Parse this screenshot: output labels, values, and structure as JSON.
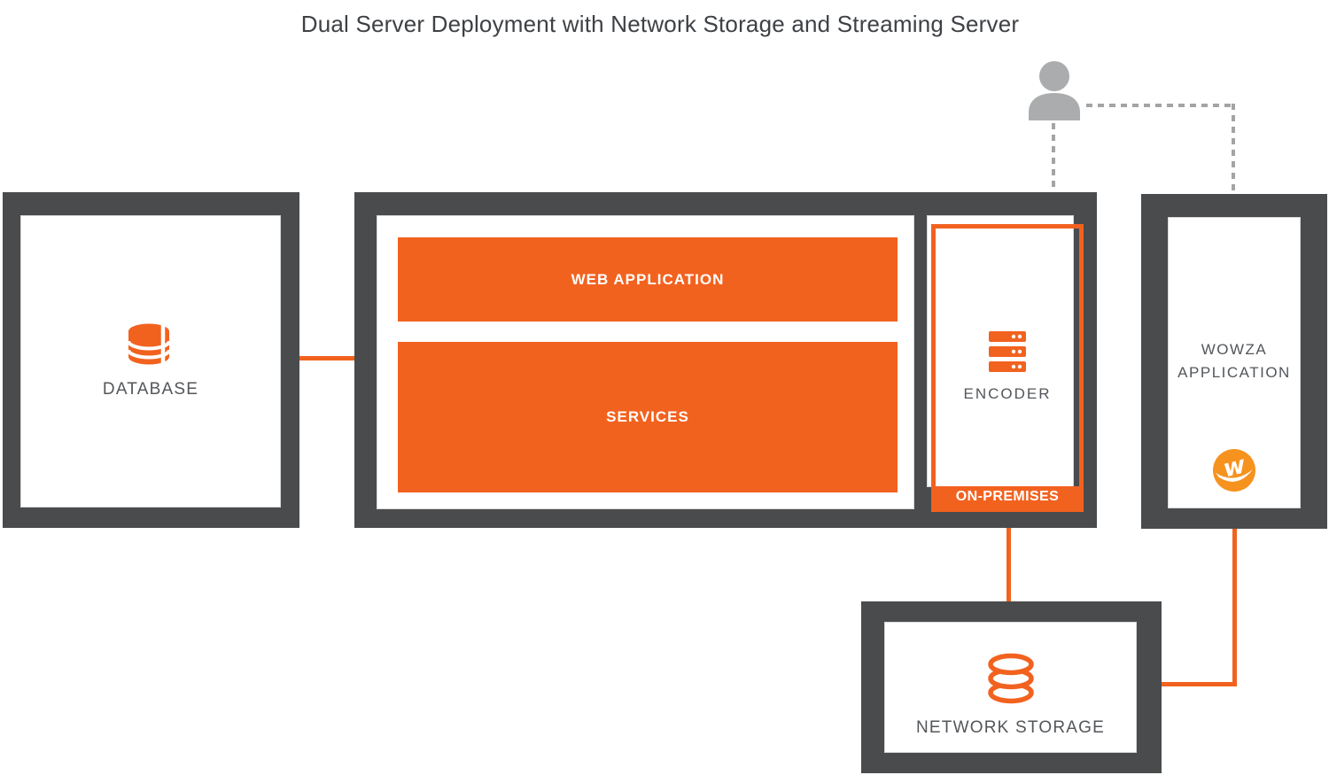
{
  "title": "Dual Server Deployment with Network Storage and Streaming Server",
  "boxes": {
    "database": {
      "label": "DATABASE",
      "icon": "database-icon"
    },
    "application_server": {
      "web_application_label": "WEB APPLICATION",
      "services_label": "SERVICES",
      "encoder": {
        "label": "ENCODER",
        "icon": "server-rack-icon",
        "badge": "ON-PREMISES"
      }
    },
    "wowza_application": {
      "label_line1": "WOWZA",
      "label_line2": "APPLICATION",
      "icon": "wowza-logo-icon",
      "logo_letter": "w"
    },
    "network_storage": {
      "label": "NETWORK STORAGE",
      "icon": "storage-disks-icon"
    }
  },
  "actors": {
    "user": {
      "icon": "person-icon"
    }
  },
  "colors": {
    "accent_orange": "#f2621f",
    "wowza_logo_orange": "#f6921e",
    "frame_gray": "#4a4b4d",
    "label_gray": "#53565a",
    "title_gray": "#3e4145",
    "dash_gray": "#a2a4a6",
    "person_gray": "#aaacae"
  }
}
